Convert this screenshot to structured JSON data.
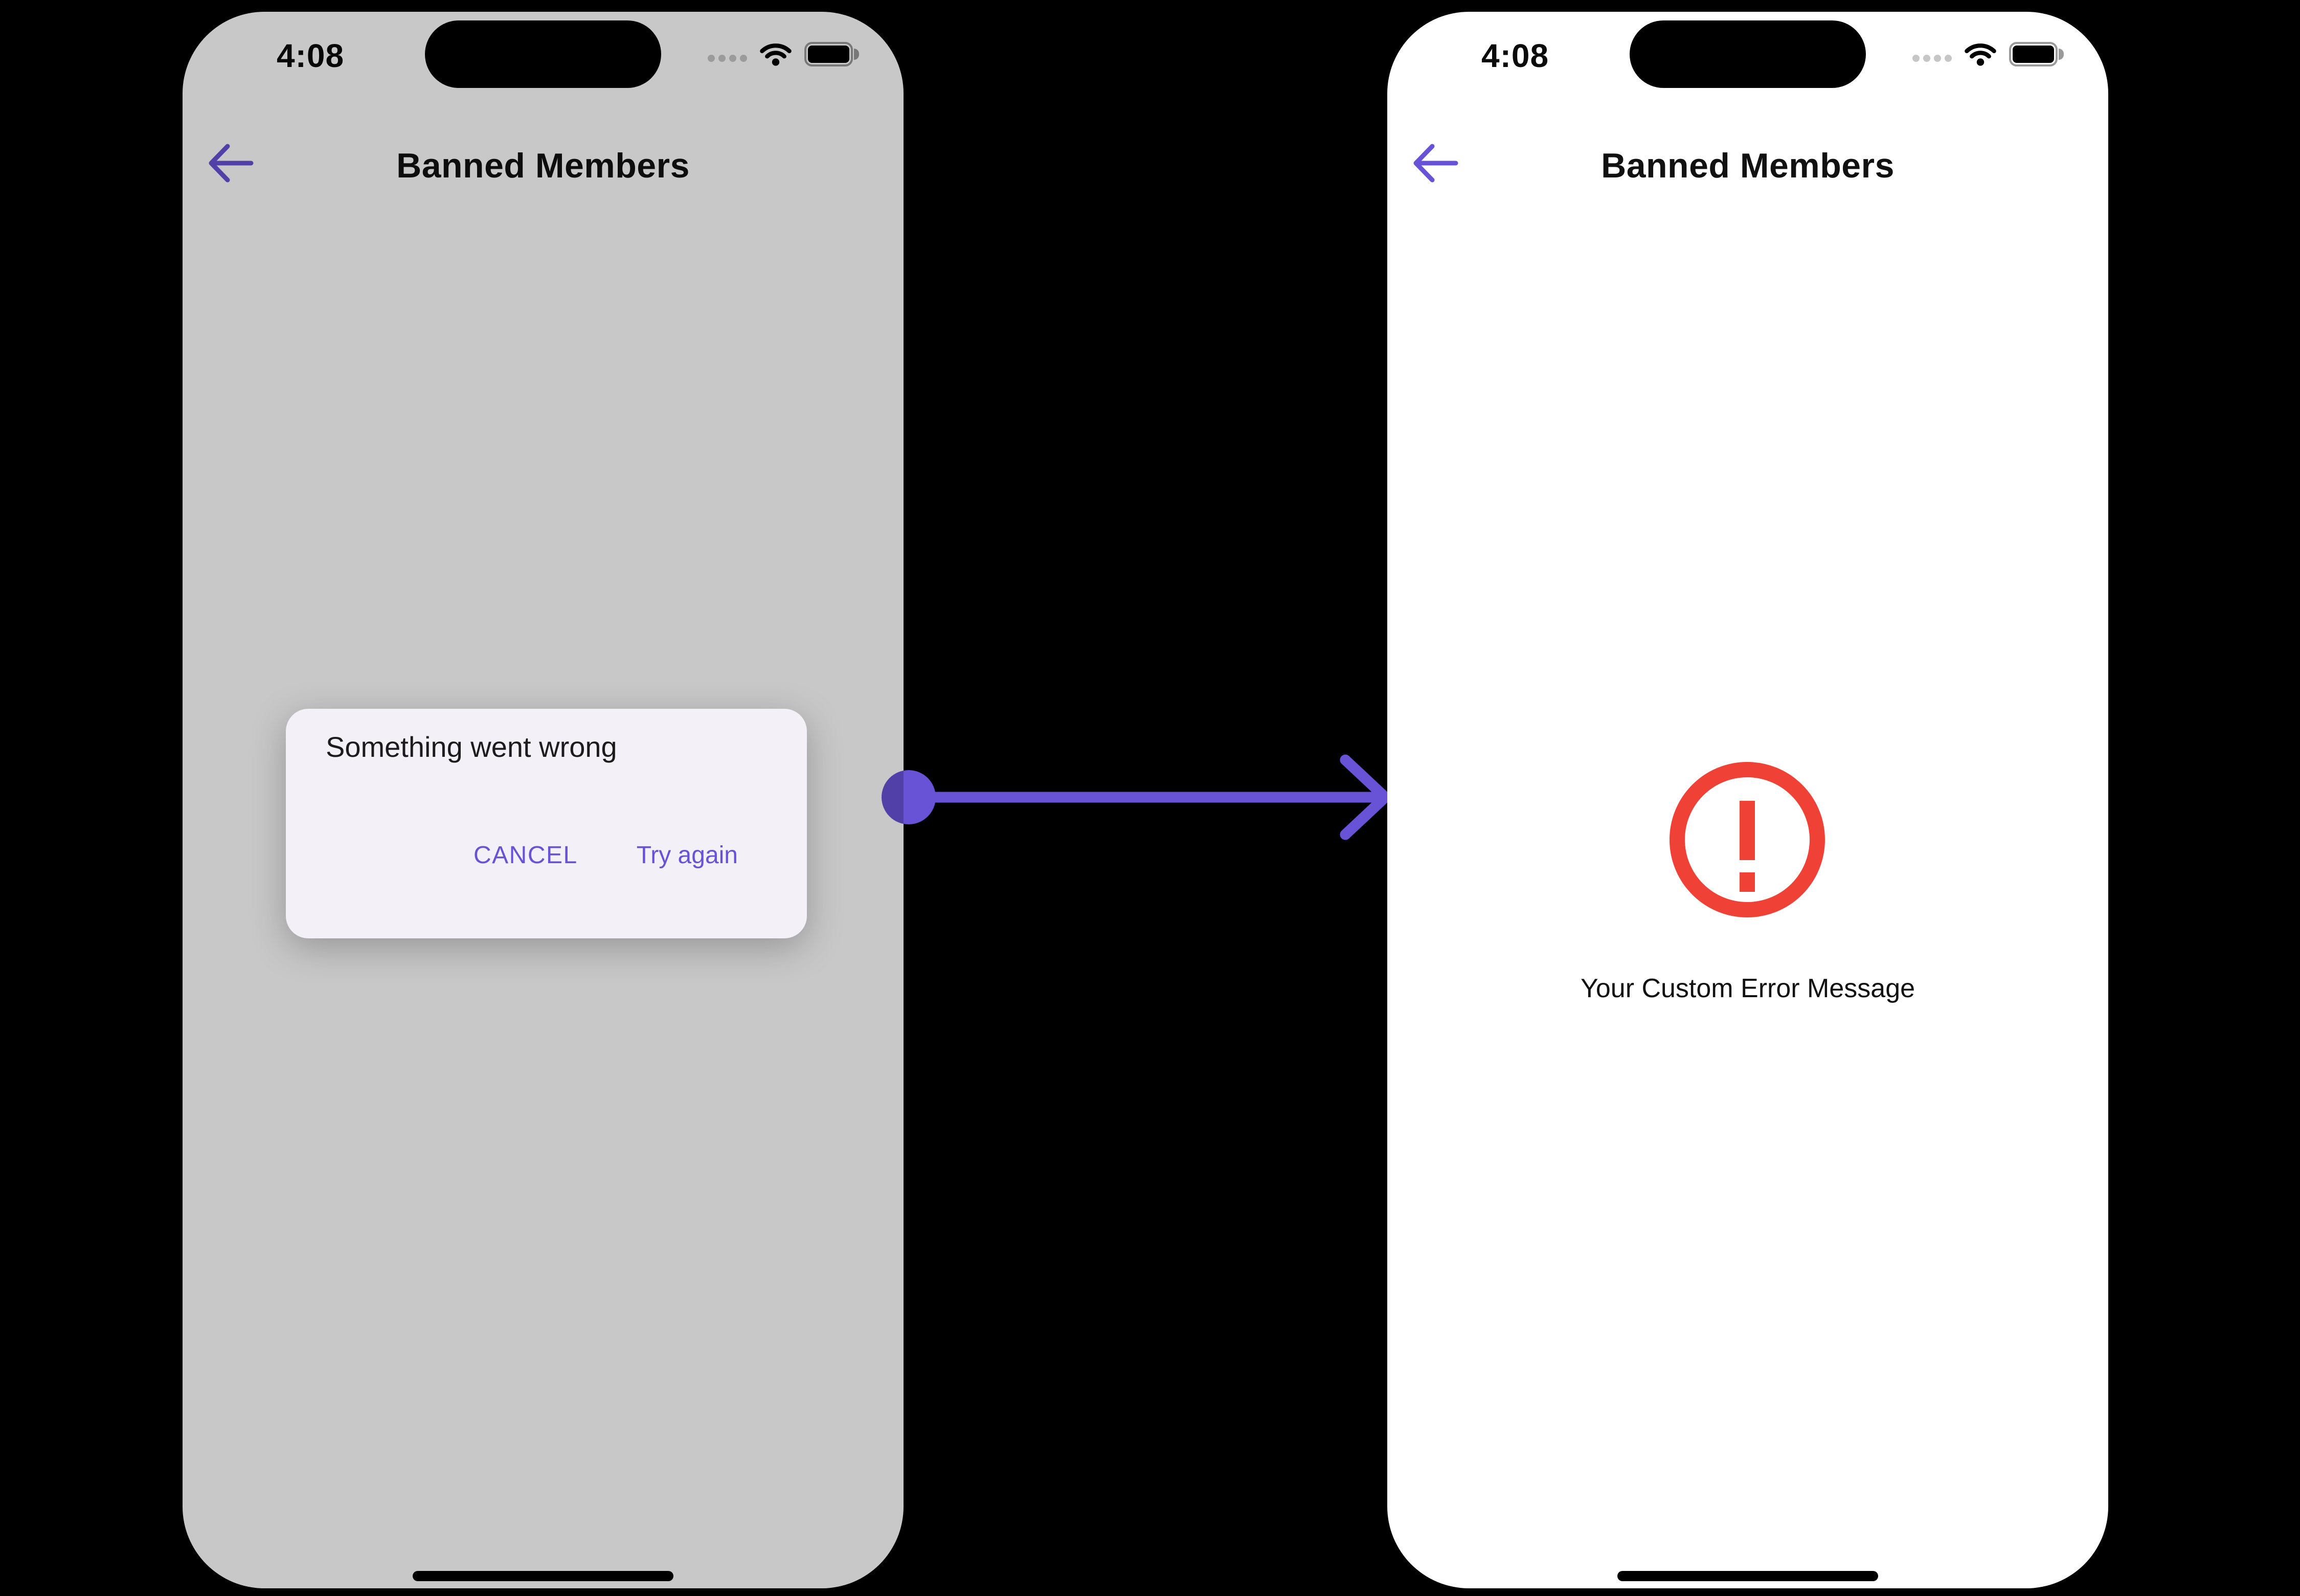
{
  "left_phone": {
    "status_bar": {
      "time": "4:08"
    },
    "header": {
      "title": "Banned Members",
      "back_icon": "back-arrow-icon"
    },
    "dialog": {
      "title": "Something went wrong",
      "buttons": [
        {
          "label": "CANCEL"
        },
        {
          "label": "Try again"
        }
      ]
    }
  },
  "right_phone": {
    "status_bar": {
      "time": "4:08"
    },
    "header": {
      "title": "Banned Members",
      "back_icon": "back-arrow-icon"
    },
    "error_state": {
      "icon": "error-exclamation-circle-icon",
      "message": "Your Custom Error Message"
    }
  },
  "icons": {
    "status_bar": [
      "cellular-dots-icon",
      "wifi-icon",
      "battery-icon"
    ],
    "connector": "arrow-right-connector"
  },
  "colors": {
    "page_bg": "#000000",
    "screen_bg": "#FFFFFF",
    "scrim": "rgba(0,0,0,0.215)",
    "dialog_bg": "#F3F0F8",
    "primary_purple": "#6852D6",
    "error_red": "#EF4136",
    "title_text": "#111111"
  }
}
